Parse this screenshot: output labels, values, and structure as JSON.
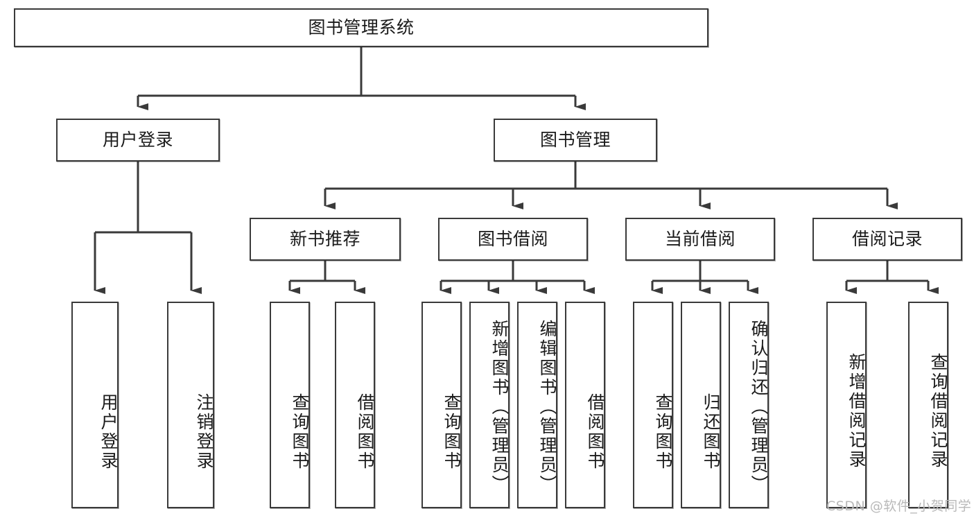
{
  "diagram": {
    "title": "图书管理系统",
    "type": "hierarchy-tree",
    "levels": 4,
    "root": {
      "label": "图书管理系统"
    },
    "level2": [
      {
        "label": "用户登录"
      },
      {
        "label": "图书管理"
      }
    ],
    "level3": [
      {
        "label": "新书推荐"
      },
      {
        "label": "图书借阅"
      },
      {
        "label": "当前借阅"
      },
      {
        "label": "借阅记录"
      }
    ],
    "leaves": {
      "user_login": [
        {
          "label": "用户登录"
        },
        {
          "label": "注销登录"
        }
      ],
      "new_book_recommend": [
        {
          "label": "查询图书"
        },
        {
          "label": "借阅图书"
        }
      ],
      "book_borrow": [
        {
          "label": "查询图书"
        },
        {
          "label": "新增图书（管理员）"
        },
        {
          "label": "编辑图书（管理员）"
        },
        {
          "label": "借阅图书"
        }
      ],
      "current_borrow": [
        {
          "label": "查询图书"
        },
        {
          "label": "归还图书"
        },
        {
          "label": "确认归还（管理员）"
        }
      ],
      "borrow_record": [
        {
          "label": "新增借阅记录"
        },
        {
          "label": "查询借阅记录"
        }
      ]
    }
  },
  "watermark": {
    "text": "CSDN @软件_小贺同学"
  },
  "colors": {
    "stroke": "#3a3a3a",
    "box_fill": "#ffffff",
    "text": "#1a1a1a",
    "watermark": "#b9b9b9",
    "background": "#ffffff"
  }
}
